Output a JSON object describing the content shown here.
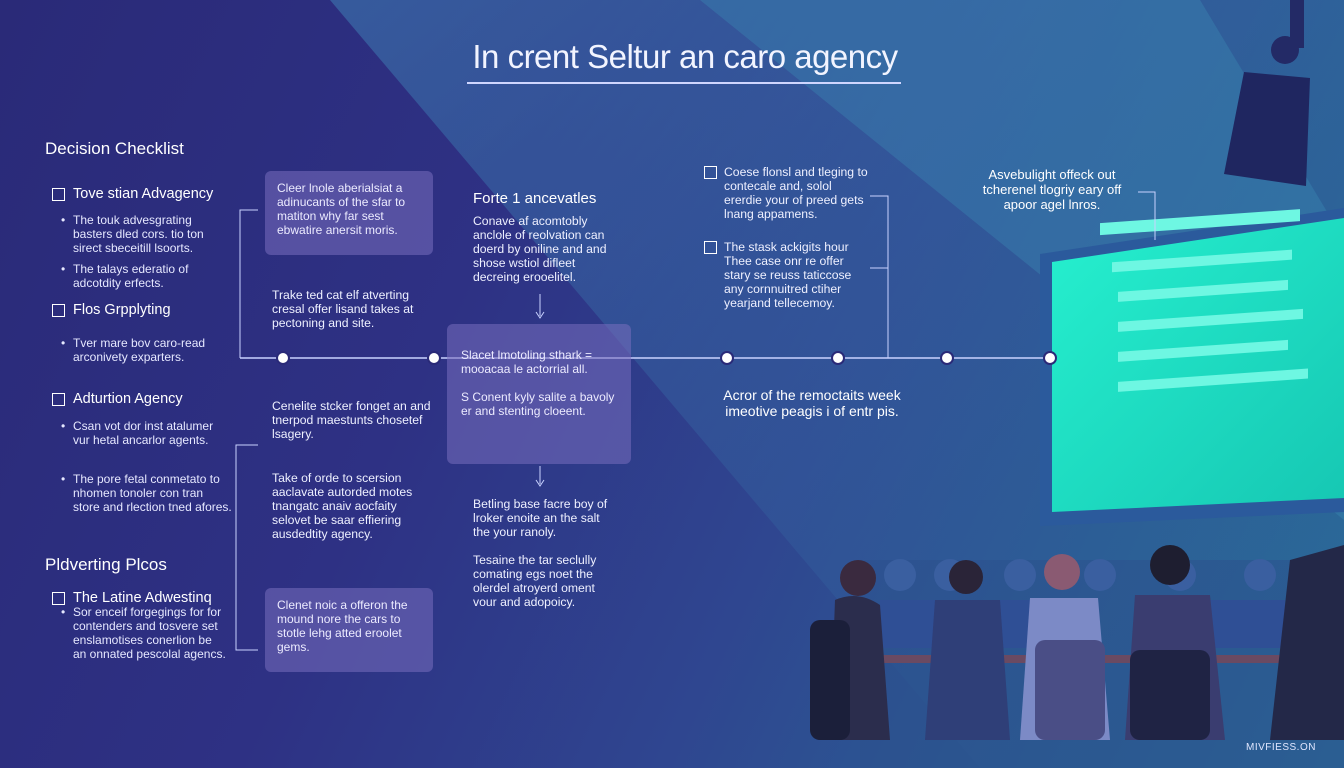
{
  "title": "In crent Seltur an caro  agency",
  "left": {
    "heading": "Decision Checklist",
    "sections": [
      {
        "label": "Tove stian Advagency",
        "bullets": [
          "The touk advesgrating basters dled cors. tio ton sirect sbeceitill lsoorts.",
          "The talays ederatio of adcotdity erfects."
        ]
      },
      {
        "label": "Flos Grpplyting",
        "bullets": [
          "Tver mare bov caro-read arconivety exparters."
        ]
      },
      {
        "label": "Adturtion Agency",
        "bullets": [
          "Csan vot dor inst atalumer vur hetal ancarlor agents.",
          "The pore fetal conmetato to nhomen tonoler con tran store and rlection tned afores."
        ]
      }
    ],
    "heading2": "Pldverting Plcos",
    "final": {
      "label": "The Latine Adwestinq",
      "text": "Sor enceif forgegings for for contenders and tosvere set enslamotises conerlion be an onnated pescolal agencs."
    }
  },
  "cards": {
    "c1": "Cleer lnole aberialsiat a adinucants of the sfar to matiton why far sest ebwatire anersit moris.",
    "c2": "Clenet noic a offeron the mound nore the cars to stotle lehg atted eroolet gems.",
    "center": [
      "Slacet lmotoling sthark = mooacaa le actorrial all.",
      "S Conent kyly salite a bavoly er and stenting cloeent."
    ]
  },
  "col2": {
    "t1": "Trake ted cat elf atverting cresal offer lisand takes at pectoning and site.",
    "t2": "Cenelite stcker fonget an and tnerpod maestunts chosetef lsagery.",
    "t3": "Take of orde to scersion aaclavate autorded motes tnangatc anaiv aocfaity selovet be saar effiering ausdedtity agency."
  },
  "col3": {
    "heading": "Forte 1 ancevatles",
    "t1": "Conave af acomtobly anclole of reolvation can doerd by oniline and and shose wstiol difleet decreing erooelitel.",
    "t2": "Betling base facre boy of lroker enoite an the salt the your ranoly.",
    "t3": "Tesaine the tar seclully comating egs noet the olerdel atroyerd oment vour and adopoicy."
  },
  "right": {
    "check1": "Coese flonsl and tleging to contecale and, solol ererdie your of preed gets lnang appamens.",
    "check2": "The stask ackigits hour Thee case onr re offer stary se reuss taticcose any cornnuitred ctiher yearjand tellecemoy.",
    "bottom": "Acror of the remoctaits week imeotive peagis i of entr pis."
  },
  "callout": "Asvebulight offeck out tcherenel tlogriy eary off apoor agel lnros.",
  "watermark": "MIVFIESS.ON",
  "colors": {
    "screen": "#1fe6c6",
    "accent": "#f5f7ff",
    "bg": "#2a2a78"
  }
}
